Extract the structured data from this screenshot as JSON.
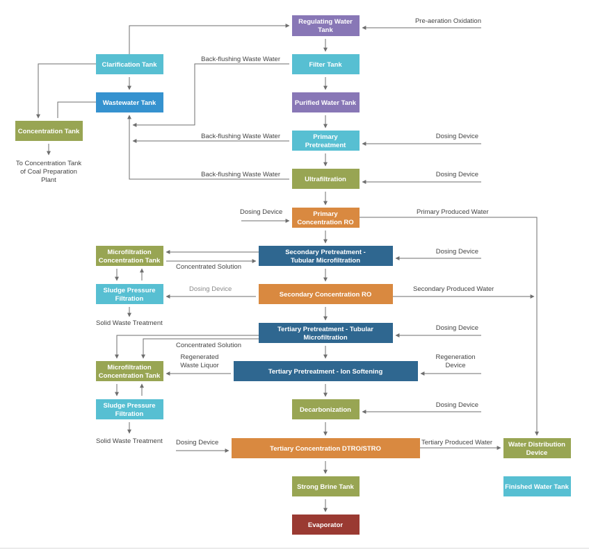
{
  "colors": {
    "purple": "#8877b6",
    "cyan": "#57bfd2",
    "blue": "#3592cf",
    "olive": "#98a553",
    "orange": "#d98940",
    "navy": "#2f6790",
    "brown": "#9a3a32",
    "line": "#6e6e6e"
  },
  "boxes": {
    "regulating": [
      "Regulating Water",
      "Tank"
    ],
    "filter": [
      "Filter Tank"
    ],
    "purified": [
      "Purified Water Tank"
    ],
    "primary_pretreat": [
      "Primary",
      "Pretreatment"
    ],
    "ultrafiltration": [
      "Ultrafiltration"
    ],
    "primary_ro": [
      "Primary",
      "Concentration RO"
    ],
    "secondary_pretreat": [
      "Secondary Pretreatment -",
      "Tubular Microfiltration"
    ],
    "secondary_ro": [
      "Secondary Concentration RO"
    ],
    "tertiary_pretreat_mf": [
      "Tertiary Pretreatment - Tubular",
      "Microfiltration"
    ],
    "tertiary_ion": [
      "Tertiary Pretreatment - Ion Softening"
    ],
    "decarbonization": [
      "Decarbonization"
    ],
    "tertiary_dtro": [
      "Tertiary Concentration DTRO/STRO"
    ],
    "strong_brine": [
      "Strong Brine Tank"
    ],
    "evaporator": [
      "Evaporator"
    ],
    "clarification": [
      "Clarification Tank"
    ],
    "wastewater": [
      "Wastewater Tank"
    ],
    "concentration": [
      "Concentration Tank"
    ],
    "mf_conc_1": [
      "Microfiltration",
      "Concentration Tank"
    ],
    "sludge_1": [
      "Sludge Pressure",
      "Filtration"
    ],
    "mf_conc_2": [
      "Microfiltration",
      "Concentration Tank"
    ],
    "sludge_2": [
      "Sludge Pressure",
      "Filtration"
    ],
    "water_dist": [
      "Water Distribution",
      "Device"
    ],
    "finished": [
      "Finished Water Tank"
    ]
  },
  "labels": {
    "pre_aeration": "Pre-aeration Oxidation",
    "backflush_1": "Back-flushing Waste Water",
    "backflush_2": "Back-flushing Waste Water",
    "backflush_3": "Back-flushing Waste Water",
    "dosing_pp": "Dosing Device",
    "dosing_uf": "Dosing Device",
    "dosing_pro": "Dosing Device",
    "primary_produced": "Primary Produced Water",
    "dosing_sp": "Dosing Device",
    "concentrated_1": "Concentrated Solution",
    "dosing_grey": "Dosing Device",
    "secondary_produced": "Secondary Produced Water",
    "solid_waste_1": "Solid Waste Treatment",
    "dosing_tp": "Dosing Device",
    "concentrated_2": "Concentrated Solution",
    "regenerated": [
      "Regenerated",
      "Waste Liquor"
    ],
    "regeneration": [
      "Regeneration",
      "Device"
    ],
    "dosing_decarb": "Dosing Device",
    "solid_waste_2": "Solid Waste Treatment",
    "dosing_dtro": "Dosing Device",
    "tertiary_produced": "Tertiary Produced Water",
    "to_coal": [
      "To Concentration Tank",
      "of Coal Preparation",
      "Plant"
    ]
  }
}
